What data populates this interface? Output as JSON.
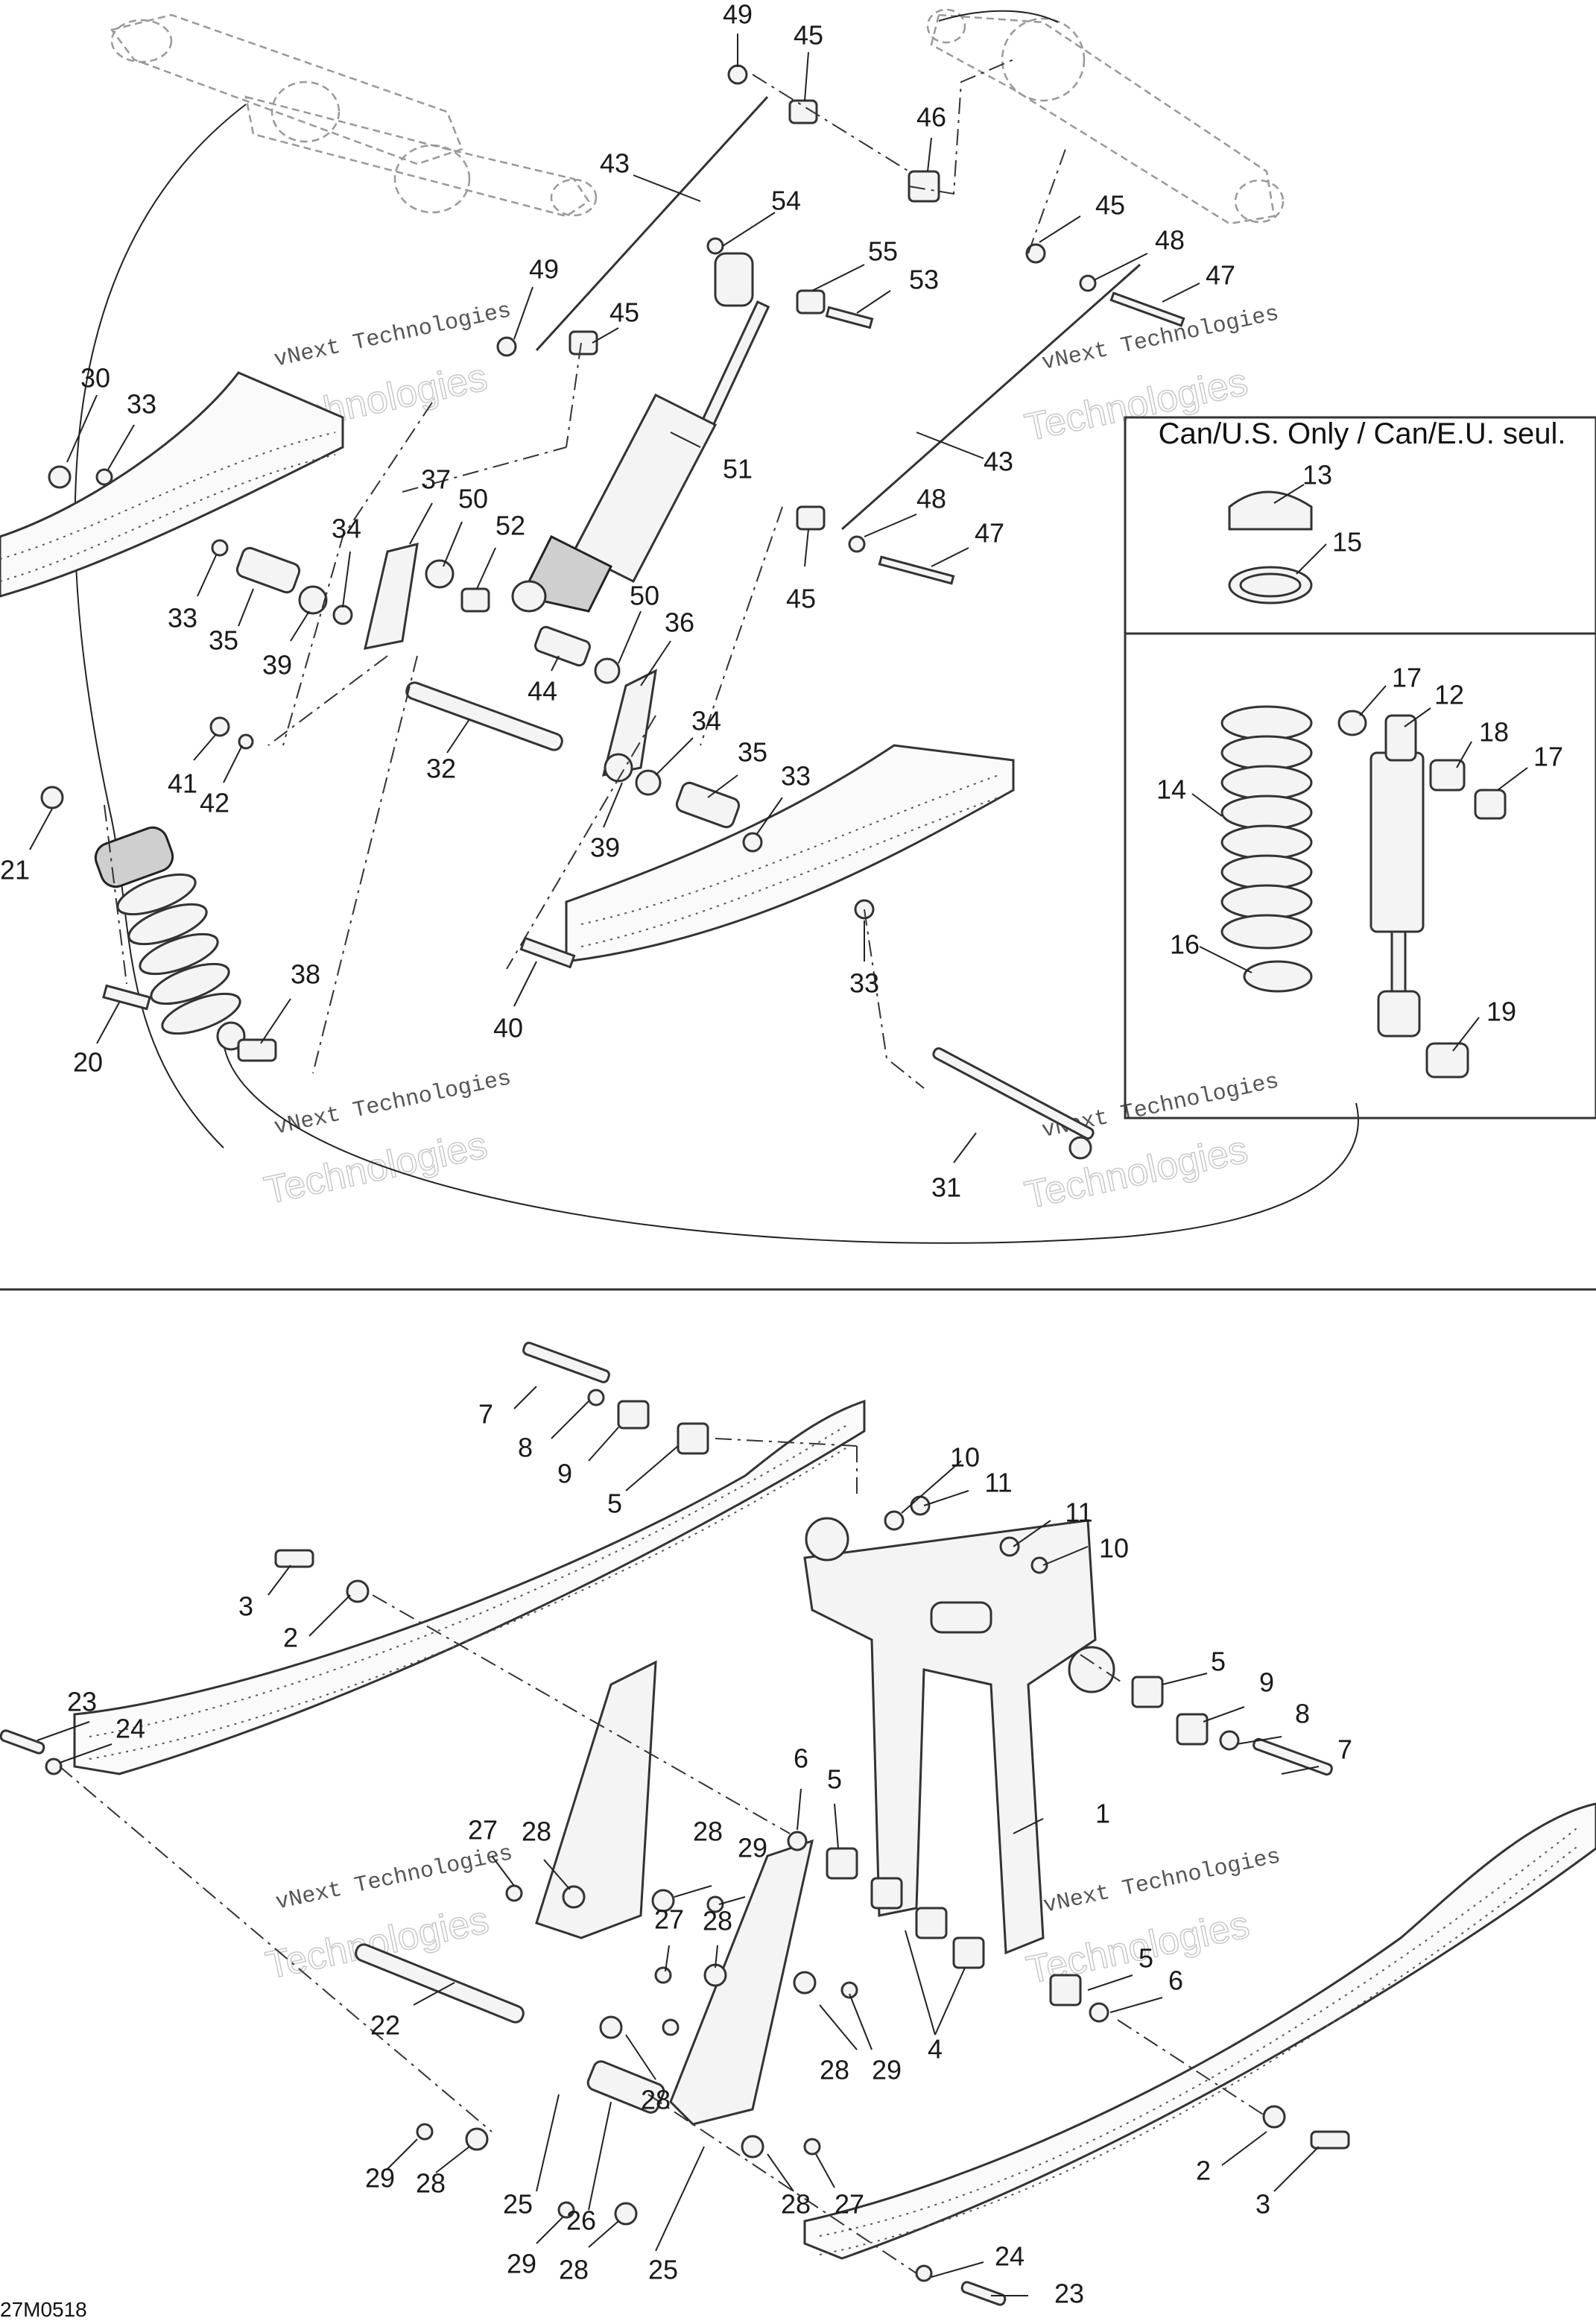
{
  "inset": {
    "title": "Can/U.S. Only / Can/E.U. seul."
  },
  "watermark": {
    "line1": "vNext Technologies",
    "line2": "Technologies"
  },
  "figure_code": "27M0518",
  "callouts": {
    "c49a": "49",
    "c45a": "45",
    "c46": "46",
    "c43a": "43",
    "c54": "54",
    "c55": "55",
    "c53": "53",
    "c49b": "49",
    "c45b": "45",
    "c45c": "45",
    "c48a": "48",
    "c47a": "47",
    "c30": "30",
    "c33a": "33",
    "c51": "51",
    "c43b": "43",
    "c37": "37",
    "c50a": "50",
    "c52": "52",
    "c34a": "34",
    "c48b": "48",
    "c47b": "47",
    "c45d": "45",
    "c33b": "33",
    "c35a": "35",
    "c39a": "39",
    "c50b": "50",
    "c36": "36",
    "c44": "44",
    "c41": "41",
    "c42": "42",
    "c32": "32",
    "c34b": "34",
    "c35b": "35",
    "c33c": "33",
    "c39b": "39",
    "c21": "21",
    "c38": "38",
    "c20": "20",
    "c40": "40",
    "c33d": "33",
    "c31": "31",
    "c13": "13",
    "c15": "15",
    "c17a": "17",
    "c12": "12",
    "c14": "14",
    "c18": "18",
    "c17b": "17",
    "c16": "16",
    "c19": "19",
    "c7a": "7",
    "c8a": "8",
    "c9a": "9",
    "c5a": "5",
    "c10a": "10",
    "c11a": "11",
    "c3a": "3",
    "c2a": "2",
    "c11b": "11",
    "c10b": "10",
    "c23a": "23",
    "c24a": "24",
    "c5b": "5",
    "c9b": "9",
    "c8b": "8",
    "c7b": "7",
    "c6a": "6",
    "c5c": "5",
    "c1": "1",
    "c27a": "27",
    "c28a": "28",
    "c28b": "28",
    "c29a": "29",
    "c22": "22",
    "c27b": "27",
    "c28c": "28",
    "c4": "4",
    "c5d": "5",
    "c6b": "6",
    "c28d": "28",
    "c29b": "29",
    "c28e": "28",
    "c29c": "29",
    "c28f": "28",
    "c25a": "25",
    "c26": "26",
    "c28g": "28",
    "c27c": "27",
    "c2b": "2",
    "c3b": "3",
    "c29d": "29",
    "c28h": "28",
    "c25b": "25",
    "c24b": "24",
    "c23b": "23"
  }
}
